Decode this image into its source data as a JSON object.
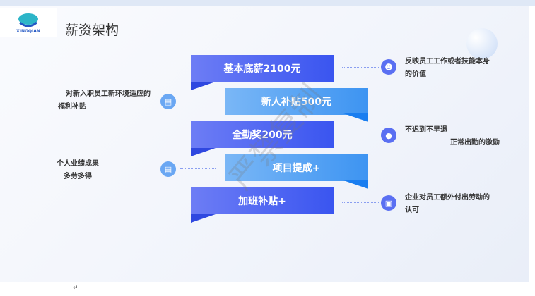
{
  "title": "薪资架构",
  "logo_text": "XINGQIAN",
  "ribbons": [
    "基本底薪2100元",
    "新人补贴500元",
    "全勤奖200元",
    "项目提成+",
    "加班补贴+"
  ],
  "right_notes": [
    {
      "icon": "users-icon",
      "lines": [
        "反映员工工作或者技能本身",
        "的价值"
      ]
    },
    {
      "icon": "lightbulb-icon",
      "lines": [
        "不迟到不早退",
        "正常出勤的激励"
      ]
    },
    {
      "icon": "badge-icon",
      "lines": [
        "企业对员工额外付出劳动的",
        "认可"
      ]
    }
  ],
  "left_notes": [
    {
      "icon": "document-icon",
      "lines": [
        "对新入职员工新环境适应的",
        "福利补贴"
      ]
    },
    {
      "icon": "document-icon",
      "lines": [
        "个人业绩成果",
        "多劳多得"
      ]
    }
  ],
  "watermark": "严禁复制",
  "paragraph_mark": "↵"
}
